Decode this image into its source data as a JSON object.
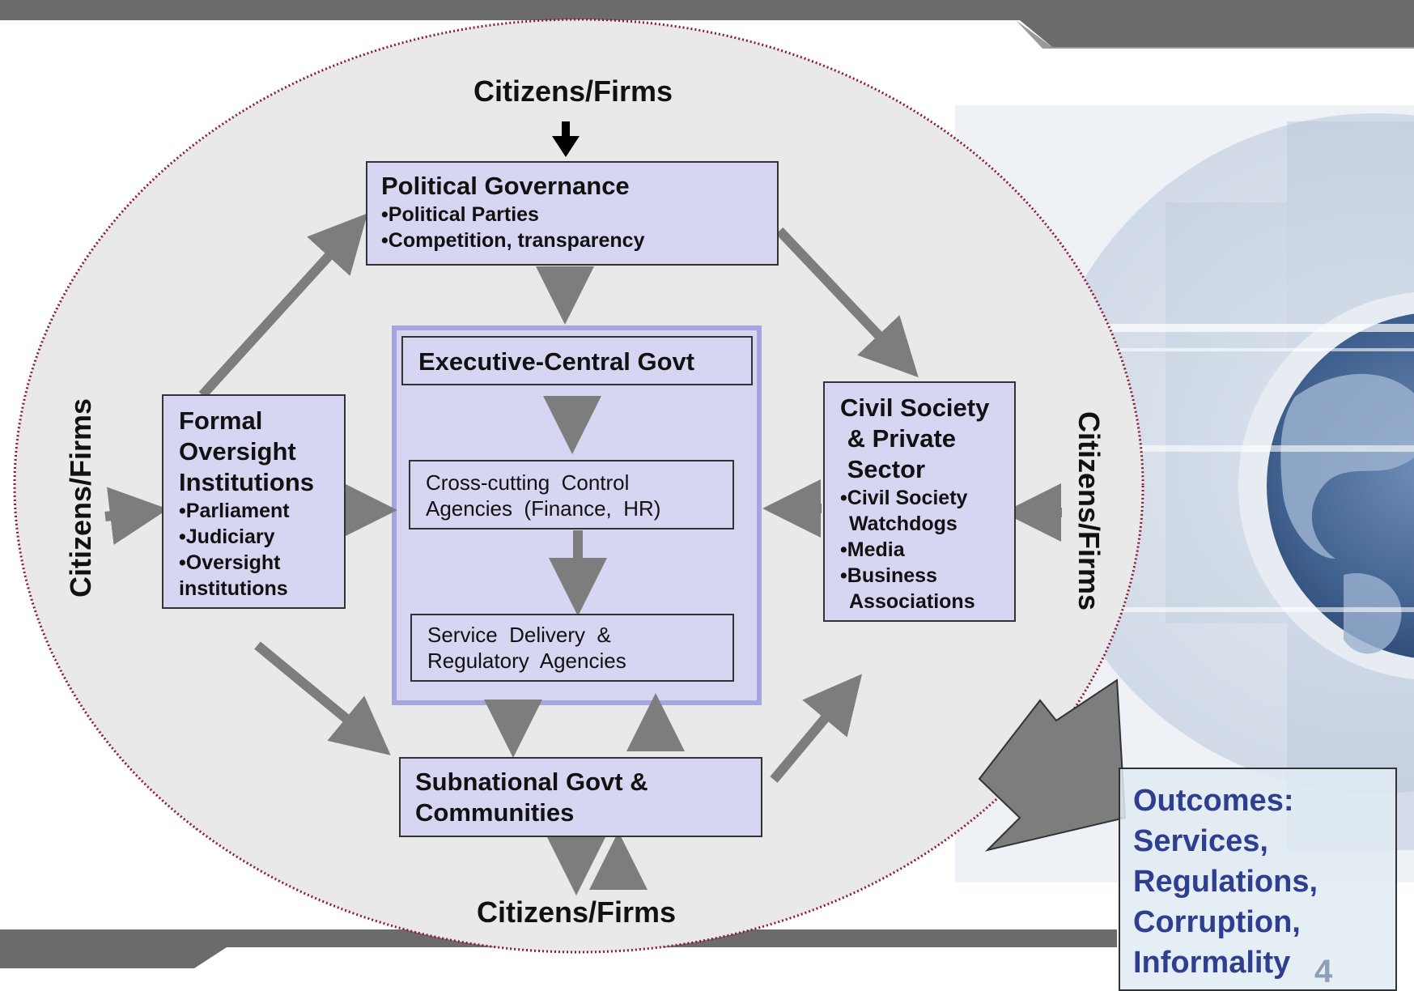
{
  "diagram": {
    "top_label": "Citizens/Firms",
    "bottom_label": "Citizens/Firms",
    "left_label": "Citizens/Firms",
    "right_label": "Citizens/Firms",
    "political_governance": {
      "title": "Political Governance",
      "items": [
        "Political Parties",
        "Competition, transparency"
      ]
    },
    "executive": {
      "title": "Executive-Central Govt",
      "cross_cutting": [
        "Cross-cutting  Control",
        "Agencies  (Finance,  HR)"
      ],
      "service_delivery": [
        "Service  Delivery  &",
        "Regulatory  Agencies"
      ]
    },
    "formal_oversight": {
      "title": [
        "Formal",
        "Oversight",
        "Institutions"
      ],
      "items": [
        "Parliament",
        "Judiciary",
        "Oversight",
        "institutions"
      ]
    },
    "civil_society": {
      "title": [
        "Civil Society",
        " & Private",
        " Sector"
      ],
      "items": [
        "Civil Society",
        "Watchdogs",
        "Media",
        "Business",
        "Associations"
      ]
    },
    "subnational": {
      "title": [
        "Subnational Govt &",
        "Communities"
      ]
    }
  },
  "outcomes": {
    "lines": [
      "Outcomes:",
      "Services,",
      "Regulations,",
      "Corruption,",
      "Informality"
    ]
  },
  "page_number": "4",
  "colors": {
    "box_fill": "#d6d6f2",
    "arrow": "#7d7d7d",
    "ellipse_fill": "#e9e9ea",
    "ellipse_border": "#8b1a3a",
    "outcome_text": "#2e3f8f",
    "top_bar": "#6b6b6b"
  }
}
